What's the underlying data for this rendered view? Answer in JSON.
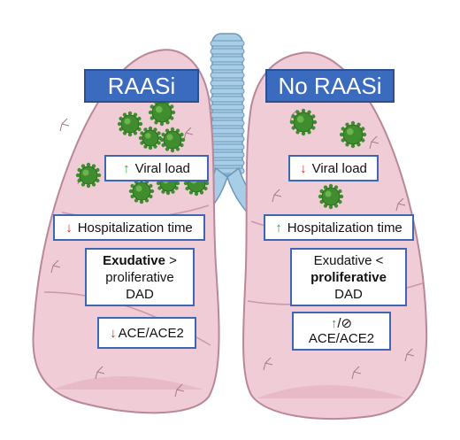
{
  "colors": {
    "lung_fill": "#f0cdd6",
    "lung_shade": "#e2aebd",
    "lung_outline": "#b9869a",
    "trachea_fill": "#a8cde6",
    "trachea_ring": "#6e98b8",
    "virus": "#3f8d2e",
    "box_border": "#3d67b5",
    "title_bg": "#3b6bbf",
    "up_arrow": "#2fa33a",
    "down_arrow": "#d9241c"
  },
  "left": {
    "title": "RAASi",
    "viral_load": {
      "arrow": "↑",
      "direction": "up",
      "text": "Viral load"
    },
    "hospitalization": {
      "arrow": "↓",
      "direction": "down",
      "text": "Hospitalization time"
    },
    "dad": {
      "line1_bold": "Exudative",
      "line1_rest": " >",
      "line2": "proliferative",
      "line3": "DAD"
    },
    "ace": {
      "arrow": "↓",
      "direction": "down",
      "text": "ACE/ACE2"
    }
  },
  "right": {
    "title": "No RAASi",
    "viral_load": {
      "arrow": "↓",
      "direction": "down",
      "text": "Viral load"
    },
    "hospitalization": {
      "arrow": "↑",
      "direction": "up",
      "text": "Hospitalization time"
    },
    "dad": {
      "line1": "Exudative <",
      "line2_bold": "proliferative",
      "line3": "DAD"
    },
    "ace": {
      "arrow_up": "↑",
      "separator": "/",
      "no_change": "⊘",
      "text": "ACE/ACE2"
    }
  }
}
